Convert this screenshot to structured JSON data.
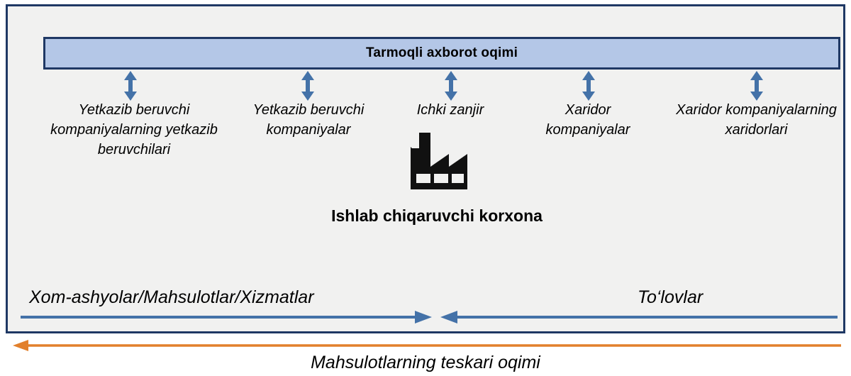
{
  "diagram": {
    "header": {
      "title": "Tarmoqli axborot oqimi"
    },
    "columns": [
      {
        "name": "suppliers-of-suppliers",
        "label": "Yetkazib beruvchi kompaniyalarning yetkazib beruvchilari",
        "arrow": "double-vertical-arrow"
      },
      {
        "name": "supplier-companies",
        "label": "Yetkazib beruvchi kompaniyalar",
        "arrow": "double-vertical-arrow"
      },
      {
        "name": "internal-chain",
        "label": "Ichki zanjir",
        "arrow": "double-vertical-arrow"
      },
      {
        "name": "buyer-companies",
        "label": "Xaridor kompaniyalar",
        "arrow": "double-vertical-arrow"
      },
      {
        "name": "buyers-of-buyers",
        "label": "Xaridor kompaniyalarning xaridorlari",
        "arrow": "double-vertical-arrow"
      }
    ],
    "center": {
      "icon": "factory-icon",
      "label": "Ishlab chiqaruvchi korxona"
    },
    "flows": [
      {
        "name": "goods-flow",
        "label": "Xom-ashyolar/Mahsulotlar/Xizmatlar",
        "direction": "right",
        "color": "#4472A8"
      },
      {
        "name": "payments-flow",
        "label": "To‘lovlar",
        "direction": "left",
        "color": "#4472A8"
      }
    ],
    "reverse_flow": {
      "name": "reverse-product-flow",
      "label": "Mahsulotlarning teskari oqimi",
      "direction": "left",
      "color": "#E2802C"
    },
    "colors": {
      "header_fill": "#B4C7E7",
      "border": "#1F3864",
      "panel_bg": "#F1F1F0",
      "blue_arrow": "#4472A8",
      "orange_arrow": "#E2802C"
    }
  }
}
